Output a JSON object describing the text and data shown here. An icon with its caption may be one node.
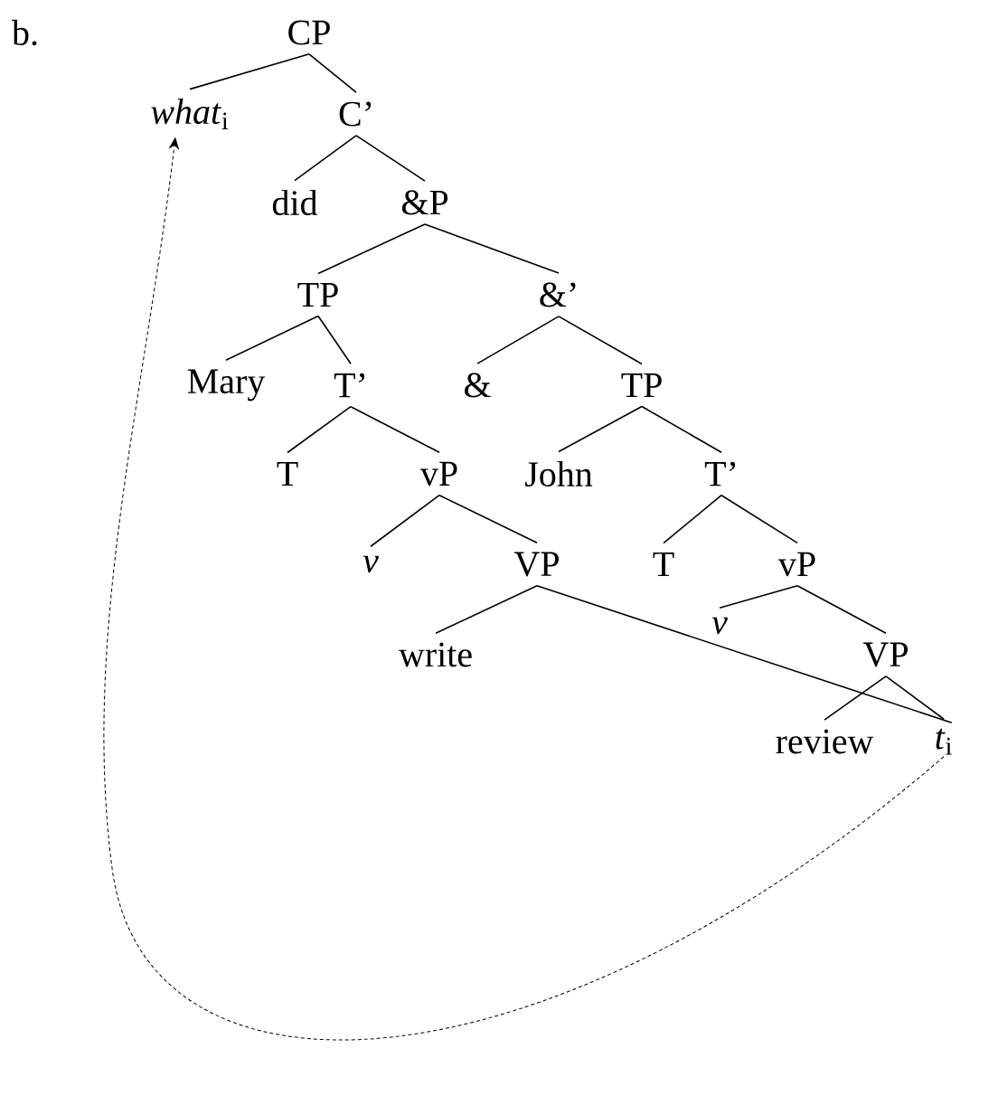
{
  "diagram": {
    "nodes": [
      {
        "text": [
          "CP"
        ]
      },
      {
        "text": [
          "*what*$_{i}$"
        ]
      },
      {
        "text": [
          "C’"
        ]
      },
      {
        "text": [
          "did"
        ]
      },
      {
        "text": [
          "&P"
        ]
      },
      {
        "text": [
          "TP"
        ]
      },
      {
        "text": [
          "&’"
        ]
      },
      {
        "text": [
          "Mary"
        ]
      },
      {
        "text": [
          "T’"
        ]
      },
      {
        "text": [
          "&"
        ]
      },
      {
        "text": [
          "TP"
        ]
      },
      {
        "text": [
          "T"
        ]
      },
      {
        "text": [
          "vP"
        ]
      },
      {
        "text": [
          "John"
        ]
      },
      {
        "text": [
          "T’"
        ]
      },
      {
        "text": [
          "*v*"
        ]
      },
      {
        "text": [
          "VP"
        ]
      },
      {
        "text": [
          "T"
        ]
      },
      {
        "text": [
          "vP"
        ]
      },
      {
        "text": [
          "write"
        ]
      },
      {
        "text": [
          "*v*"
        ]
      },
      {
        "text": [
          "VP"
        ]
      },
      {
        "text": [
          "review"
        ]
      },
      {
        "text": [
          "*t*$_{i}$"
        ]
      }
    ],
    "edges": [
      {
        "from": 0,
        "to": 1,
        "arrow": "none"
      },
      {
        "from": 0,
        "to": 2,
        "arrow": "none"
      },
      {
        "from": 2,
        "to": 3,
        "arrow": "none"
      },
      {
        "from": 2,
        "to": 4,
        "arrow": "none"
      },
      {
        "from": 4,
        "to": 5,
        "arrow": "none"
      },
      {
        "from": 4,
        "to": 6,
        "arrow": "none"
      },
      {
        "from": 5,
        "to": 7,
        "arrow": "none"
      },
      {
        "from": 5,
        "to": 8,
        "arrow": "none"
      },
      {
        "from": 6,
        "to": 9,
        "arrow": "none"
      },
      {
        "from": 6,
        "to": 10,
        "arrow": "none"
      },
      {
        "from": 8,
        "to": 11,
        "arrow": "none"
      },
      {
        "from": 8,
        "to": 12,
        "arrow": "none"
      },
      {
        "from": 10,
        "to": 13,
        "arrow": "none"
      },
      {
        "from": 10,
        "to": 14,
        "arrow": "none"
      },
      {
        "from": 12,
        "to": 15,
        "arrow": "none"
      },
      {
        "from": 12,
        "to": 16,
        "arrow": "none"
      },
      {
        "from": 14,
        "to": 17,
        "arrow": "none"
      },
      {
        "from": 14,
        "to": 18,
        "arrow": "none"
      },
      {
        "from": 16,
        "to": 19,
        "arrow": "none"
      },
      {
        "from": 16,
        "to": 23,
        "arrow": "none"
      },
      {
        "from": 18,
        "to": 20,
        "arrow": "none"
      },
      {
        "from": 18,
        "to": 21,
        "arrow": "none"
      },
      {
        "from": 21,
        "to": 22,
        "arrow": "none"
      },
      {
        "from": 21,
        "to": 23,
        "arrow": "none"
      },
      {
        "from": 23,
        "to": 1,
        "arrow": "to",
        "style": "dashed"
      }
    ],
    "labels": [
      "b."
    ]
  }
}
